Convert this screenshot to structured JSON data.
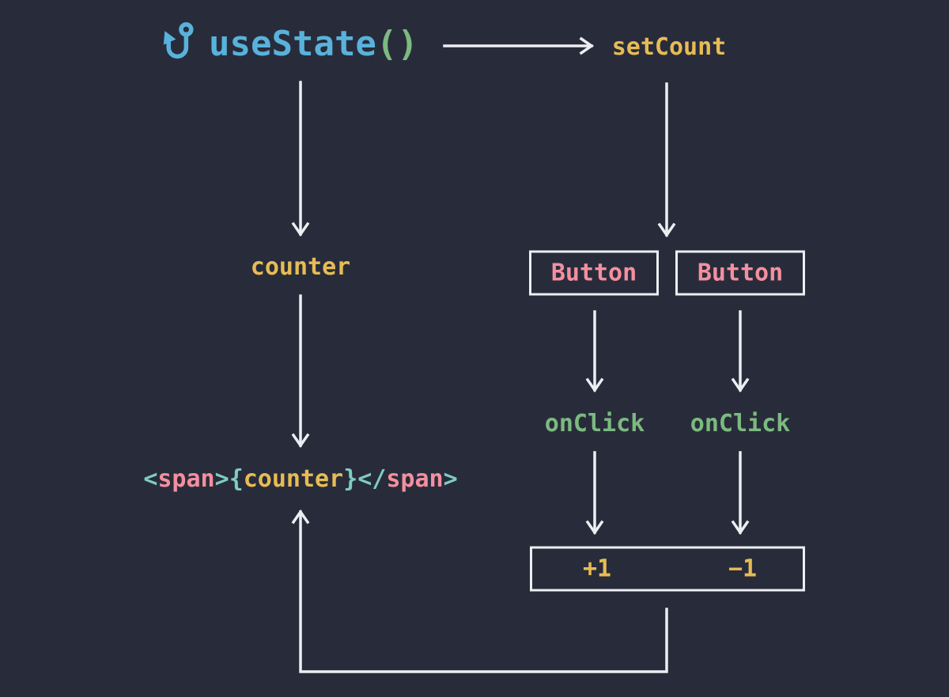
{
  "colors": {
    "background": "#282c3a",
    "line": "#eceef2",
    "blue": "#58b2dc",
    "green": "#7cba80",
    "yellow": "#e7bc55",
    "pink": "#f48fa0",
    "teal": "#80ccc0"
  },
  "title": {
    "icon": "fishhook-icon",
    "name": "useState",
    "parens": "()"
  },
  "labels": {
    "set_count": "setCount",
    "counter": "counter",
    "button_left": "Button",
    "button_right": "Button",
    "on_click_left": "onClick",
    "on_click_right": "onClick",
    "increment": "+1",
    "decrement": "−1"
  },
  "span_code": {
    "lt": "<",
    "tag_open": "span",
    "gt1": ">",
    "brace_open": "{",
    "value": "counter",
    "brace_close": "}",
    "lt_slash": "</",
    "tag_close": "span",
    "gt2": ">"
  }
}
